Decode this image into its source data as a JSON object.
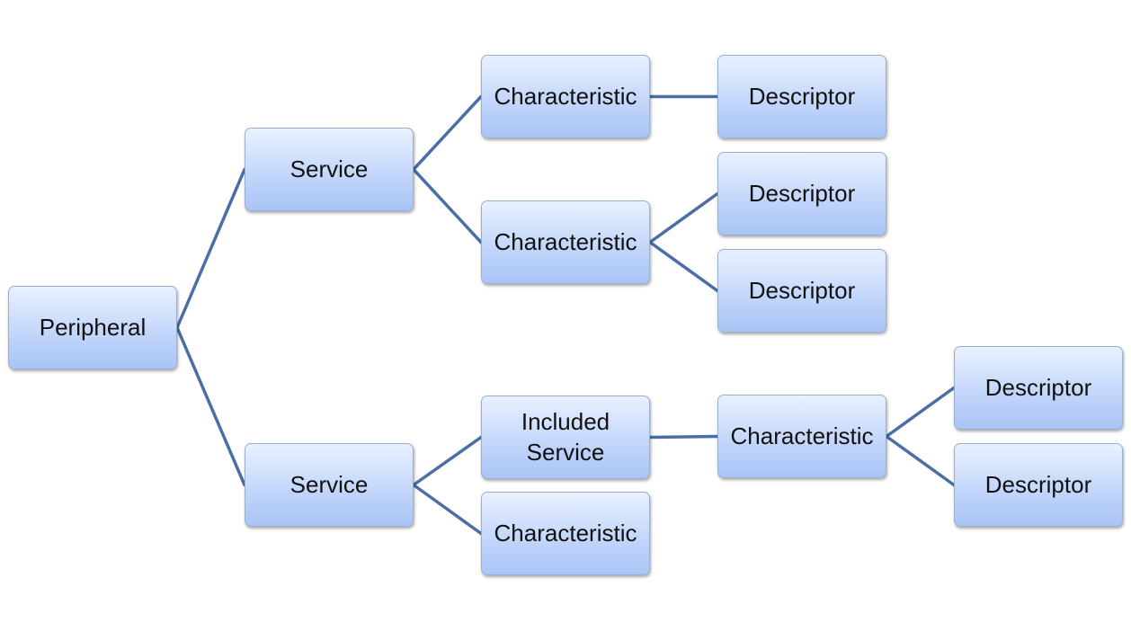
{
  "diagram": {
    "line_color": "#4a6fa6",
    "nodes": [
      {
        "id": "peripheral",
        "label": "Peripheral"
      },
      {
        "id": "service_1",
        "label": "Service"
      },
      {
        "id": "service_2",
        "label": "Service"
      },
      {
        "id": "char_1",
        "label": "Characteristic"
      },
      {
        "id": "char_2",
        "label": "Characteristic"
      },
      {
        "id": "included_service",
        "label": "Included\nService"
      },
      {
        "id": "char_3",
        "label": "Characteristic"
      },
      {
        "id": "char_4",
        "label": "Characteristic"
      },
      {
        "id": "desc_1",
        "label": "Descriptor"
      },
      {
        "id": "desc_2",
        "label": "Descriptor"
      },
      {
        "id": "desc_3",
        "label": "Descriptor"
      },
      {
        "id": "desc_4",
        "label": "Descriptor"
      },
      {
        "id": "desc_5",
        "label": "Descriptor"
      }
    ],
    "edges": [
      [
        "peripheral",
        "service_1"
      ],
      [
        "peripheral",
        "service_2"
      ],
      [
        "service_1",
        "char_1"
      ],
      [
        "service_1",
        "char_2"
      ],
      [
        "char_1",
        "desc_1"
      ],
      [
        "char_2",
        "desc_2"
      ],
      [
        "char_2",
        "desc_3"
      ],
      [
        "service_2",
        "included_service"
      ],
      [
        "service_2",
        "char_3"
      ],
      [
        "included_service",
        "char_4"
      ],
      [
        "char_4",
        "desc_4"
      ],
      [
        "char_4",
        "desc_5"
      ]
    ]
  }
}
